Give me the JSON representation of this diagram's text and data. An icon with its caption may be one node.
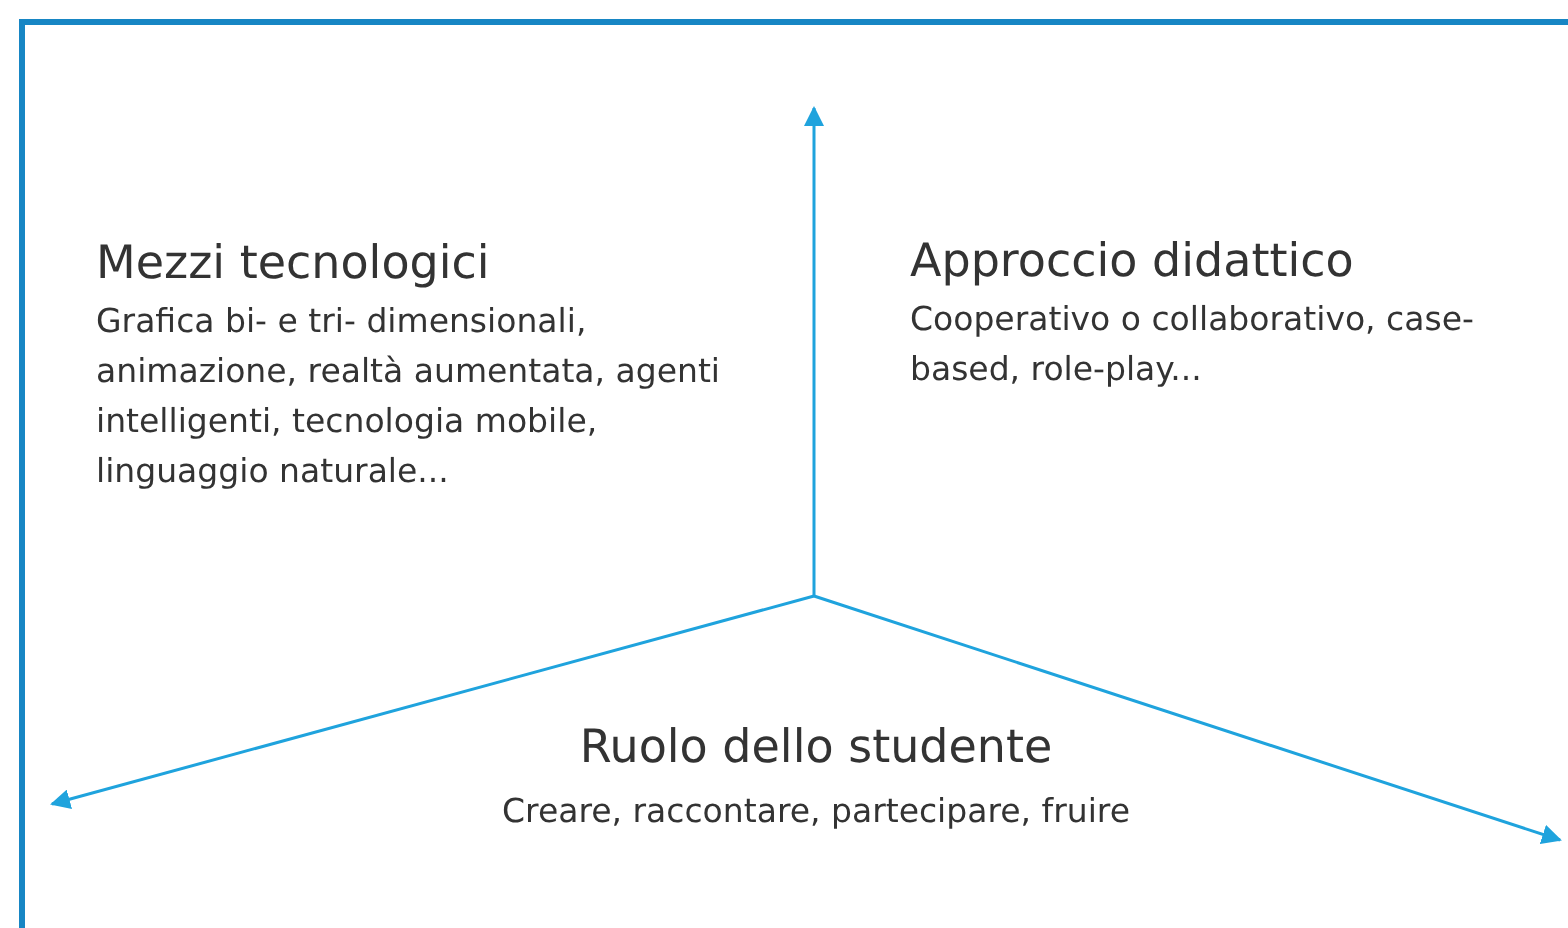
{
  "diagram": {
    "labels": [
      "Mezzi tecnologici",
      "Grafica bi- e tri- dimensionali, animazione, realtà aumentata, agenti intelligenti, tecnologia mobile, linguaggio naturale...",
      "Approccio didattico",
      "Cooperativo o collaborativo, case-based, role-play...",
      "Ruolo dello studente",
      "Creare, raccontare, partecipare, fruire"
    ]
  }
}
